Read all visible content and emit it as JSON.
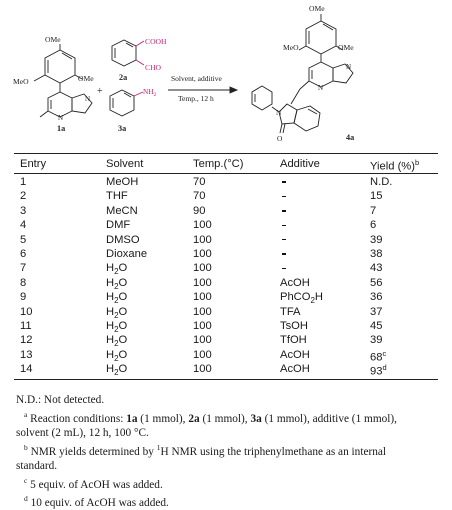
{
  "scheme": {
    "reactant1": {
      "label": "1a",
      "substituents": [
        "MeO",
        "OMe",
        "OMe"
      ]
    },
    "reactant2": {
      "label": "2a",
      "groups": [
        "COOH",
        "CHO"
      ]
    },
    "reactant3": {
      "label": "3a",
      "groups": [
        "NH2"
      ]
    },
    "product": {
      "label": "4a",
      "substituents": [
        "OMe",
        "MeO",
        "OMe"
      ],
      "heteroatoms": [
        "N",
        "O"
      ]
    },
    "plus_signs": [
      "+",
      "+"
    ],
    "conditions_top": "Solvent, additive",
    "conditions_bottom": "Temp., 12 h",
    "ring_atom": "N",
    "nh_label": "NH",
    "nh_sub": "2",
    "colors": {
      "aldehyde": "#c0207a",
      "amine": "#c0207a",
      "lines": "#222222"
    }
  },
  "table": {
    "headers": {
      "entry": "Entry",
      "solvent": "Solvent",
      "temp": "Temp.(°C)",
      "additive": "Additive",
      "yield": "Yield (%)",
      "yield_sup": "b"
    },
    "rows": [
      {
        "entry": "1",
        "solvent": "MeOH",
        "temp": "70",
        "additive": "",
        "yield": "N.D.",
        "yield_sup": ""
      },
      {
        "entry": "2",
        "solvent": "THF",
        "temp": "70",
        "additive": "",
        "yield": "15",
        "yield_sup": ""
      },
      {
        "entry": "3",
        "solvent": "MeCN",
        "temp": "90",
        "additive": "",
        "yield": "7",
        "yield_sup": ""
      },
      {
        "entry": "4",
        "solvent": "DMF",
        "temp": "100",
        "additive": "",
        "yield": "6",
        "yield_sup": ""
      },
      {
        "entry": "5",
        "solvent": "DMSO",
        "temp": "100",
        "additive": "",
        "yield": "39",
        "yield_sup": ""
      },
      {
        "entry": "6",
        "solvent": "Dioxane",
        "temp": "100",
        "additive": "",
        "yield": "38",
        "yield_sup": ""
      },
      {
        "entry": "7",
        "solvent": "H2O",
        "temp": "100",
        "additive": "",
        "yield": "43",
        "yield_sup": ""
      },
      {
        "entry": "8",
        "solvent": "H2O",
        "temp": "100",
        "additive": "AcOH",
        "yield": "56",
        "yield_sup": ""
      },
      {
        "entry": "9",
        "solvent": "H2O",
        "temp": "100",
        "additive": "PhCO2H",
        "yield": "36",
        "yield_sup": ""
      },
      {
        "entry": "10",
        "solvent": "H2O",
        "temp": "100",
        "additive": "TFA",
        "yield": "37",
        "yield_sup": ""
      },
      {
        "entry": "11",
        "solvent": "H2O",
        "temp": "100",
        "additive": "TsOH",
        "yield": "45",
        "yield_sup": ""
      },
      {
        "entry": "12",
        "solvent": "H2O",
        "temp": "100",
        "additive": "TfOH",
        "yield": "39",
        "yield_sup": ""
      },
      {
        "entry": "13",
        "solvent": "H2O",
        "temp": "100",
        "additive": "AcOH",
        "yield": "68",
        "yield_sup": "c"
      },
      {
        "entry": "14",
        "solvent": "H2O",
        "temp": "100",
        "additive": "AcOH",
        "yield": "93",
        "yield_sup": "d"
      }
    ]
  },
  "footnotes": {
    "nd": "N.D.: Not detected.",
    "a_mark": "a",
    "a_prefix": "Reaction conditions: ",
    "a_r1": "1a",
    "a_r1_amt": " (1 mmol), ",
    "a_r2": "2a",
    "a_r2_amt": " (1 mmol), ",
    "a_r3": "3a",
    "a_r3_amt": " (1 mmol), additive (1 mmol),",
    "a_line2": "solvent (2 mL), 12 h, 100 °C.",
    "b_mark": "b",
    "b_text_1": "NMR yields determined by ",
    "b_sup": "1",
    "b_text_2": "H NMR using the triphenylmethane as an internal",
    "b_line2": "standard.",
    "c_mark": "c",
    "c_text": "5 equiv. of AcOH was added.",
    "d_mark": "d",
    "d_text": "10 equiv. of AcOH was added."
  }
}
